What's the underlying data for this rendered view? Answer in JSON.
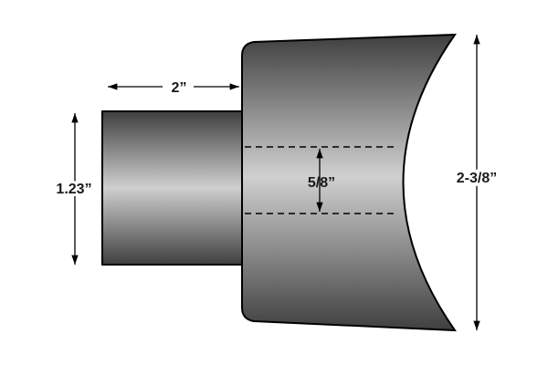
{
  "diagram": {
    "dimensions": {
      "shank_length": "2”",
      "shank_diameter": "1.23”",
      "bore_diameter": "5/8”",
      "head_diameter": "2-3/8”"
    },
    "colors": {
      "metal_dark": "#3f3f3f",
      "metal_light": "#d0d0d0",
      "outline": "#000000"
    }
  }
}
